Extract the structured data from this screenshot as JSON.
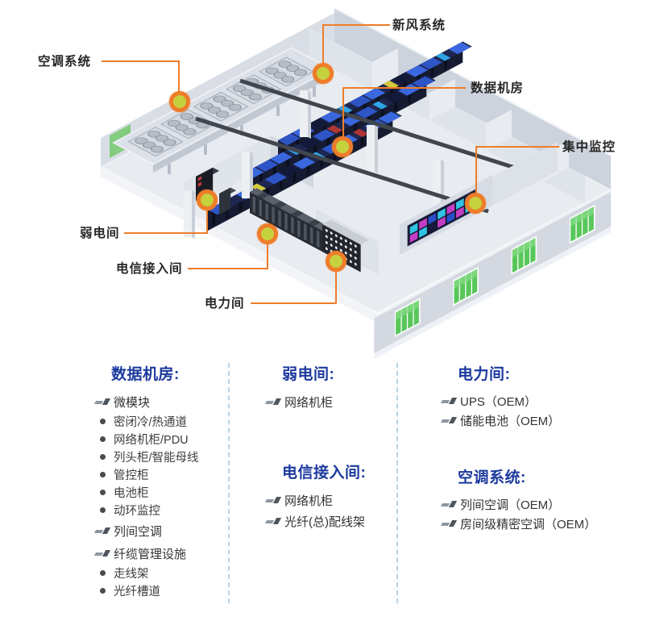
{
  "callouts": [
    {
      "label": "空调系统"
    },
    {
      "label": "新风系统"
    },
    {
      "label": "数据机房"
    },
    {
      "label": "集中监控"
    },
    {
      "label": "弱电间"
    },
    {
      "label": "电信接入间"
    },
    {
      "label": "电力间"
    }
  ],
  "legend": {
    "columns": [
      {
        "sections": [
          {
            "heading": "数据机房:",
            "items": [
              {
                "t": "微模块",
                "b": "module"
              },
              {
                "t": "密闭冷/热通道",
                "b": "dot"
              },
              {
                "t": "网络机柜/PDU",
                "b": "dot"
              },
              {
                "t": "列头柜/智能母线",
                "b": "dot"
              },
              {
                "t": "管控柜",
                "b": "dot"
              },
              {
                "t": "电池柜",
                "b": "dot"
              },
              {
                "t": "动环监控",
                "b": "dot"
              },
              {
                "t": "列间空调",
                "b": "module"
              },
              {
                "t": "纤缆管理设施",
                "b": "module"
              },
              {
                "t": "走线架",
                "b": "dot"
              },
              {
                "t": "光纤槽道",
                "b": "dot"
              }
            ]
          }
        ]
      },
      {
        "sections": [
          {
            "heading": "弱电间:",
            "items": [
              {
                "t": "网络机柜",
                "b": "module"
              }
            ]
          },
          {
            "heading": "电信接入间:",
            "items": [
              {
                "t": "网络机柜",
                "b": "module"
              },
              {
                "t": "光纤(总)配线架",
                "b": "module"
              }
            ]
          }
        ]
      },
      {
        "sections": [
          {
            "heading": "电力间:",
            "items": [
              {
                "t": "UPS（OEM）",
                "b": "module"
              },
              {
                "t": "储能电池（OEM）",
                "b": "module"
              }
            ]
          },
          {
            "heading": "空调系统:",
            "items": [
              {
                "t": "列间空调（OEM）",
                "b": "module"
              },
              {
                "t": "房间级精密空调（OEM）",
                "b": "module"
              }
            ]
          }
        ]
      }
    ]
  },
  "colors": {
    "callout_accent": "#ee7d2a",
    "marker_fill": "#c6d13e",
    "heading_blue": "#1c3a9e",
    "divider_blue": "#b9d3e6",
    "window_green": "#58c75a",
    "rack_blue": "#2e55c6"
  },
  "icons": {
    "marker": "location-marker-icon",
    "module_bullet": "module-icon",
    "dot_bullet": "dot-bullet-icon"
  }
}
